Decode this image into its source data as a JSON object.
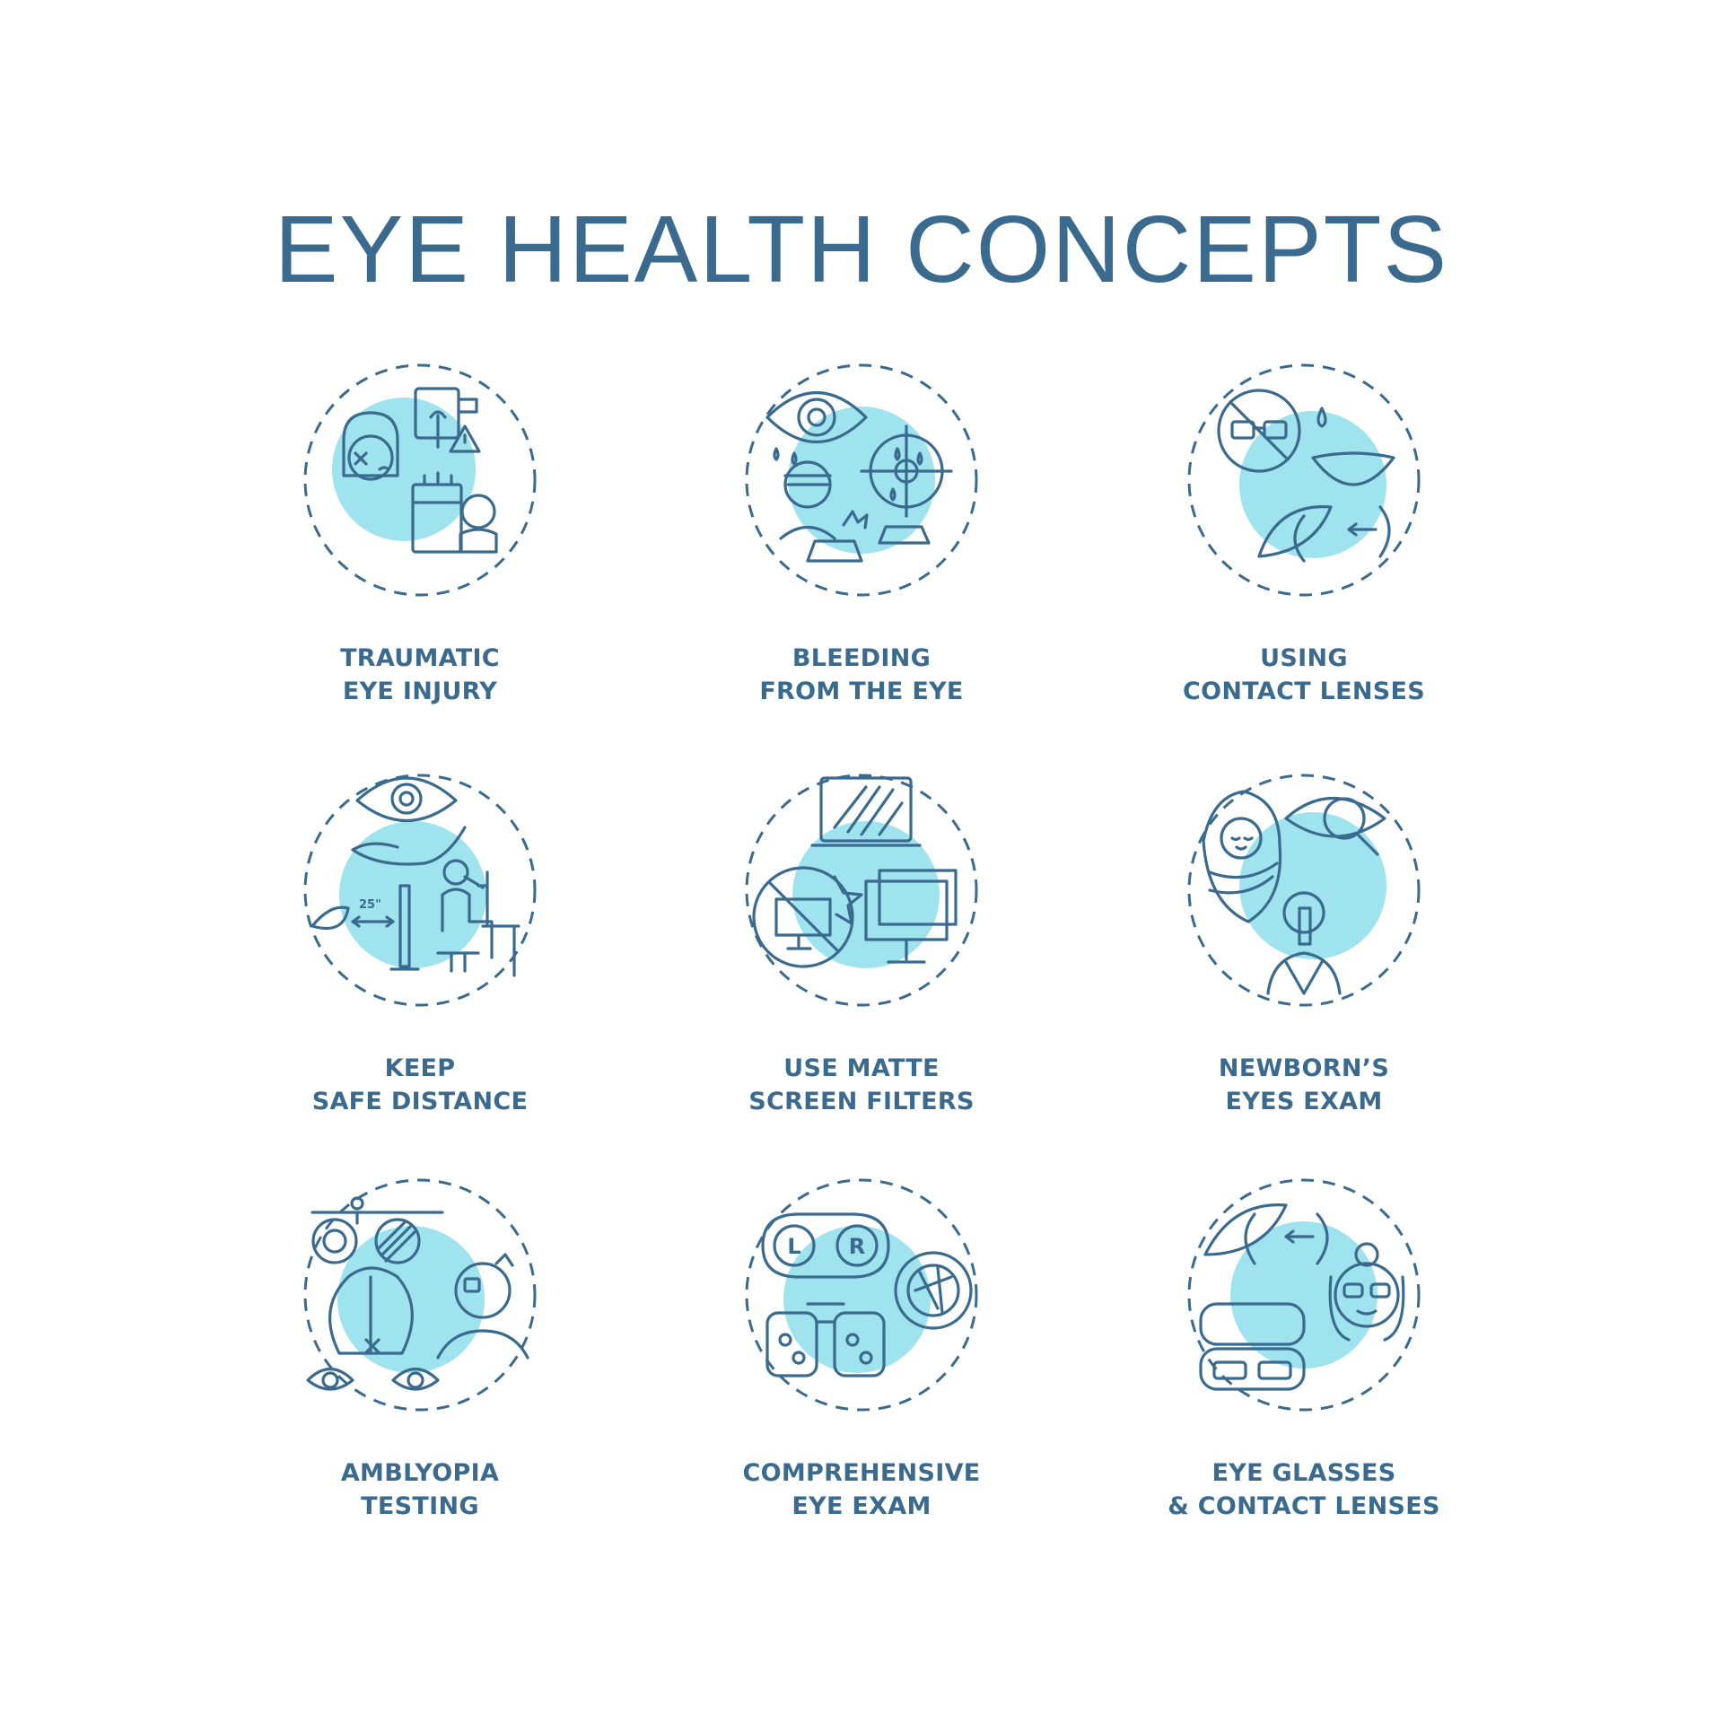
{
  "title": "EYE HEALTH CONCEPTS",
  "colors": {
    "primary": "#3b6a8f",
    "accent": "#9ee3ee"
  },
  "concepts": [
    {
      "line1": "TRAUMATIC",
      "line2": "EYE INJURY",
      "icon": "traumatic-eye-injury-icon"
    },
    {
      "line1": "BLEEDING",
      "line2": "FROM THE EYE",
      "icon": "bleeding-eye-icon"
    },
    {
      "line1": "USING",
      "line2": "CONTACT LENSES",
      "icon": "contact-lenses-icon"
    },
    {
      "line1": "KEEP",
      "line2": "SAFE DISTANCE",
      "icon": "safe-distance-icon",
      "distance_text": "25\""
    },
    {
      "line1": "USE MATTE",
      "line2": "SCREEN FILTERS",
      "icon": "matte-screen-filter-icon"
    },
    {
      "line1": "NEWBORN’S",
      "line2": "EYES EXAM",
      "icon": "newborn-eyes-exam-icon"
    },
    {
      "line1": "AMBLYOPIA",
      "line2": "TESTING",
      "icon": "amblyopia-testing-icon"
    },
    {
      "line1": "COMPREHENSIVE",
      "line2": "EYE EXAM",
      "icon": "comprehensive-eye-exam-icon",
      "lens_left": "L",
      "lens_right": "R"
    },
    {
      "line1": "EYE GLASSES",
      "line2": "& CONTACT LENSES",
      "icon": "glasses-contacts-icon"
    }
  ]
}
